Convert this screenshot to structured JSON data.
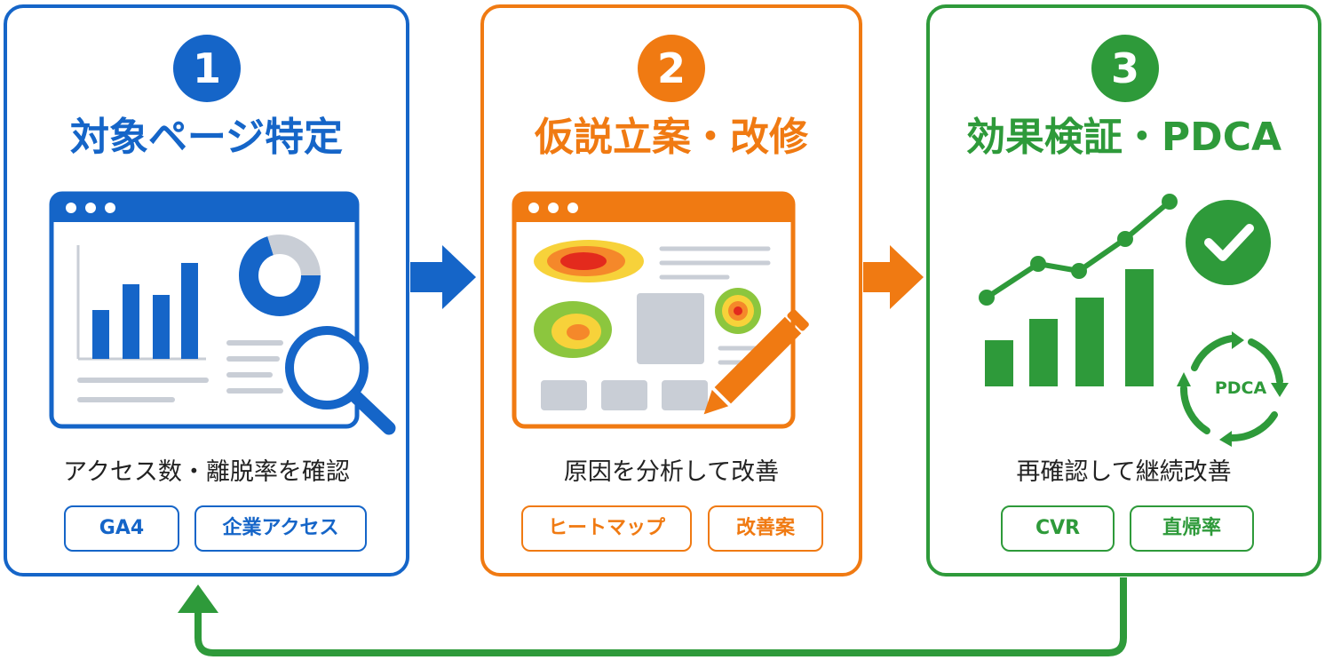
{
  "colors": {
    "blue": "#1565c8",
    "orange": "#f07a12",
    "green": "#2e9a3a"
  },
  "steps": [
    {
      "number": "1",
      "title": "対象ページ特定",
      "description": "アクセス数・離脱率を確認",
      "tags": [
        "GA4",
        "企業アクセス"
      ],
      "icons": [
        "browser-window-icon",
        "bar-chart-icon",
        "donut-chart-icon",
        "magnifier-icon"
      ]
    },
    {
      "number": "2",
      "title": "仮説立案・改修",
      "description": "原因を分析して改善",
      "tags": [
        "ヒートマップ",
        "改善案"
      ],
      "icons": [
        "browser-window-icon",
        "heatmap-icon",
        "pencil-icon"
      ]
    },
    {
      "number": "3",
      "title": "効果検証・PDCA",
      "description": "再確認して継続改善",
      "tags": [
        "CVR",
        "直帰率"
      ],
      "pdca_label": "PDCA",
      "icons": [
        "growth-chart-icon",
        "check-circle-icon",
        "cycle-arrows-icon"
      ]
    }
  ]
}
